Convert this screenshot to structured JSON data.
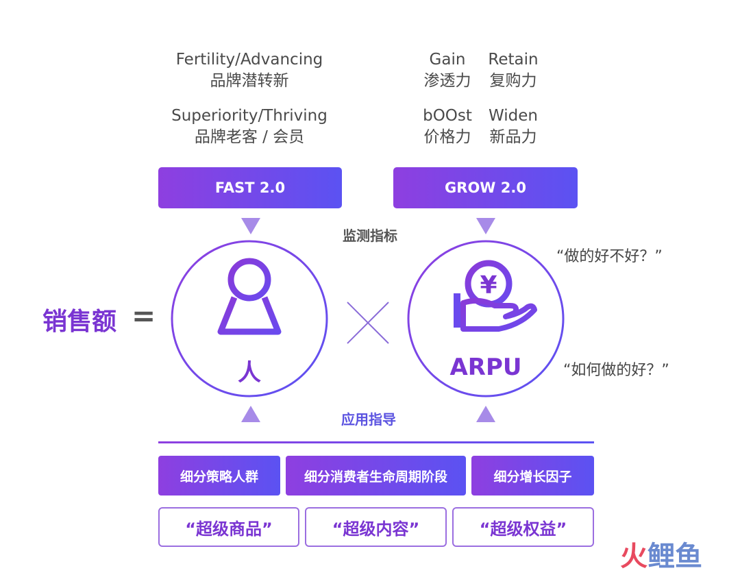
{
  "top_left": {
    "line1_en": "Fertility/Advancing",
    "line1_cn": "品牌潜转新",
    "line2_en": "Superiority/Thriving",
    "line2_cn": "品牌老客 / 会员"
  },
  "top_right": {
    "col1": [
      {
        "en": "Gain",
        "cn": "渗透力"
      },
      {
        "en": "bOOst",
        "cn": "价格力"
      }
    ],
    "col2": [
      {
        "en": "Retain",
        "cn": "复购力"
      },
      {
        "en": "Widen",
        "cn": "新品力"
      }
    ]
  },
  "models": {
    "left": "FAST 2.0",
    "right": "GROW 2.0"
  },
  "labels": {
    "monitor": "监测指标",
    "apply": "应用指导"
  },
  "equation": {
    "lhs": "销售额",
    "eq": "="
  },
  "circles": {
    "left_label": "人",
    "right_label": "ARPU",
    "currency": "¥"
  },
  "quotes": {
    "q1": "“做的好不好？”",
    "q2": "“如何做的好？”"
  },
  "segments": [
    "细分策略人群",
    "细分消费者生命周期阶段",
    "细分增长因子"
  ],
  "supers": [
    "“超级商品”",
    "“超级内容”",
    "“超级权益”"
  ],
  "watermark": {
    "part1": "火",
    "part2": "鲤",
    "part3": "鱼"
  },
  "colors": {
    "purple": "#7a35d2",
    "blue": "#5b52f2",
    "triangle": "#a78be8"
  }
}
